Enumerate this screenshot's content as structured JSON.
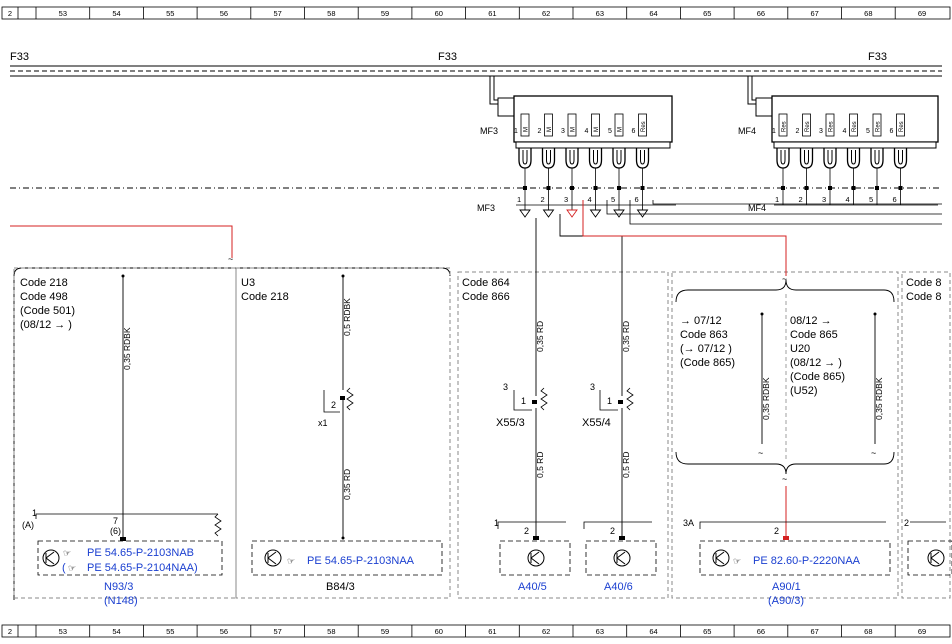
{
  "ruler": {
    "top_cells": [
      "2",
      "53",
      "54",
      "55",
      "56",
      "57",
      "58",
      "59",
      "60",
      "61",
      "62",
      "63",
      "64",
      "65",
      "66",
      "67",
      "68",
      "69"
    ],
    "bottom_cells": [
      "2",
      "53",
      "54",
      "55",
      "56",
      "57",
      "58",
      "59",
      "60",
      "61",
      "62",
      "63",
      "64",
      "65",
      "66",
      "67",
      "68",
      "69"
    ]
  },
  "bus": {
    "left": "F33",
    "mid": "F33",
    "right": "F33"
  },
  "fuse_blocks": {
    "mf3": {
      "label": "MF3",
      "conn_label": "MF3",
      "slot_nums": [
        "1",
        "2",
        "3",
        "4",
        "5",
        "6"
      ],
      "slot_texts": [
        "M",
        "M",
        "M",
        "M",
        "M",
        "Res"
      ],
      "pin_nums": [
        "1",
        "2",
        "3",
        "4",
        "5",
        "6"
      ]
    },
    "mf4": {
      "label": "MF4",
      "conn_label": "MF4",
      "slot_nums": [
        "1",
        "2",
        "3",
        "4",
        "5",
        "6"
      ],
      "slot_texts": [
        "Res",
        "Res",
        "Res",
        "Res",
        "Res",
        "Res"
      ],
      "pin_nums": [
        "1",
        "2",
        "3",
        "4",
        "5",
        "6"
      ]
    }
  },
  "sections": {
    "s1": {
      "lines": [
        "Code 218",
        "Code 498",
        "(Code 501)",
        "(08/12 → )"
      ],
      "wire": "0,35 RDBK",
      "pin_a": "(A)",
      "pin_1": "1",
      "pin_7": "7",
      "pin_6": "(6)",
      "pe1": "PE 54.65-P-2103NAB",
      "pe2": "PE 54.65-P-2104NAA)",
      "pe2_prefix": "(",
      "component": "N93/3",
      "component_alt": "(N148)"
    },
    "s2": {
      "lines": [
        "U3",
        "Code 218"
      ],
      "wire1": "0,5 RDBK",
      "wire2": "0,35 RD",
      "conn_pin": "2",
      "conn": "x1",
      "pe": "PE 54.65-P-2103NAA",
      "component": "B84/3"
    },
    "s3": {
      "lines": [
        "Code 864",
        "Code 866"
      ],
      "wire_a1": "0,35 RD",
      "wire_a2": "0,5 RD",
      "wire_b1": "0,35 RD",
      "wire_b2": "0,5 RD",
      "conn_a": "X55/3",
      "conn_b": "X55/4",
      "conn_pin": "3",
      "inner_pin": "1",
      "pin_1": "1",
      "pin_2": "2",
      "comp_a": "A40/5",
      "comp_b": "A40/6"
    },
    "s4": {
      "left_lines": [
        "→ 07/12",
        "Code 863",
        "(→ 07/12 )",
        "(Code 865)"
      ],
      "right_lines": [
        "08/12 →",
        "Code 865",
        "U20",
        "(08/12 → )",
        "(Code 865)",
        "(U52)"
      ],
      "wire1": "0,35 RDBK",
      "wire2": "0,35 RDBK",
      "pin_3a": "3A",
      "pin_2": "2",
      "pe": "PE 82.60-P-2220NAA",
      "component": "A90/1",
      "component_alt": "(A90/3)"
    },
    "s5": {
      "lines": [
        "Code 8",
        "Code 8"
      ],
      "pin_2": "2"
    }
  },
  "colors": {
    "wire_red": "#d42020",
    "link_blue": "#1a3fd0",
    "frame_gray": "#888888"
  }
}
